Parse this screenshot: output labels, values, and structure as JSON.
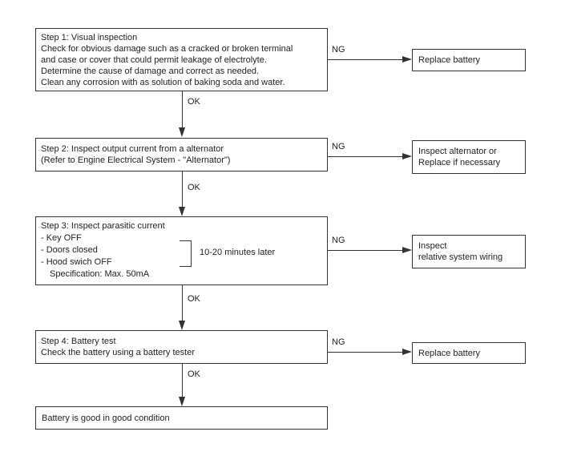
{
  "flowchart": {
    "ok_label": "OK",
    "ng_label": "NG",
    "steps": [
      {
        "lines": [
          "Step 1: Visual inspection",
          "Check for obvious damage such as a cracked or broken terminal",
          "and case or cover that could permit leakage of electrolyte.",
          "Determine the cause of damage and correct as needed.",
          "Clean any corrosion with as solution of baking soda and water."
        ],
        "ng_result": [
          "Replace battery"
        ]
      },
      {
        "lines": [
          "Step 2: Inspect output current from a alternator",
          "(Refer to Engine Electrical System - \"Alternator\")"
        ],
        "ng_result": [
          "Inspect alternator or",
          "Replace if necessary"
        ]
      },
      {
        "lines": [
          "Step 3: Inspect parasitic current",
          "- Key OFF",
          "- Doors closed",
          "- Hood swich OFF",
          "Specification: Max. 50mA"
        ],
        "bracket_note": "10-20 minutes later",
        "ng_result": [
          "Inspect",
          "relative system wiring"
        ]
      },
      {
        "lines": [
          "Step 4: Battery test",
          "Check the battery using a battery tester"
        ],
        "ng_result": [
          "Replace battery"
        ]
      }
    ],
    "final_result": "Battery is good in good condition",
    "colors": {
      "line": "#333333",
      "text": "#222222",
      "background": "#ffffff"
    }
  }
}
